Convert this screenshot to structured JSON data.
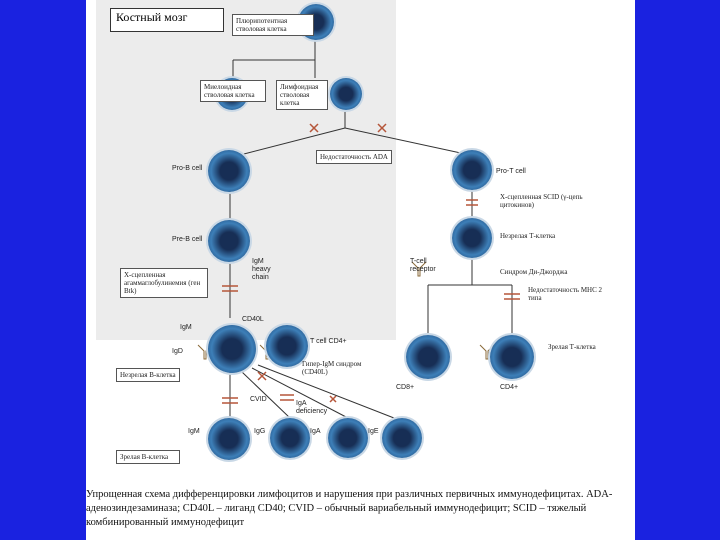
{
  "title": "Костный мозг",
  "labels": {
    "pluripotent": "Плюрипотентная стволовая клетка",
    "myeloid": "Миелоидная стволовая клетка",
    "lymphoid": "Лимфоидная стволовая клетка",
    "ada": "Недостаточность ADA",
    "xscid": "Х-сцепленная SCID (γ-цепь цитокинов)",
    "immature_t": "Незрелая Т-клетка",
    "digeorge": "Синдром Ди-Джорджа",
    "xla": "Х-сцепленная агаммаглобулинемия (ген Btk)",
    "mhc": "Недостаточность MHC 2 типа",
    "mature_t": "Зрелая Т-клетка",
    "hyper_igm": "Гипер-IgM синдром (CD40L)",
    "immature_b": "Незрелая В-клетка",
    "mature_b": "Зрелая В-клетка"
  },
  "figure_text": {
    "pro_b": "Pro-B cell",
    "pro_t": "Pro-T cell",
    "pre_b": "Pre-B cell",
    "igm_heavy": "IgM heavy chain",
    "t_receptor": "T-cell receptor",
    "igm": "IgM",
    "igd": "IgD",
    "cd40l": "CD40L",
    "t_cd4": "T cell CD4+",
    "cvid": "CVID",
    "iga_def": "IgA deficiency",
    "igm2": "IgM",
    "igg": "IgG",
    "iga": "IgA",
    "ige": "IgE",
    "cd8": "CD8+",
    "cd4": "CD4+"
  },
  "caption": "Упрощенная схема дифференцировки лимфоцитов и нарушения при различных первичных иммунодефицитах. ADA-аденозиндезаминаза; CD40L – лиганд CD40; CVID – обычный вариабельный иммунодефицит; SCID – тяжелый комбинированный иммунодефицит",
  "colors": {
    "background": "#1a22e0",
    "cell": "#2a5f94",
    "block": "#b5563a"
  }
}
